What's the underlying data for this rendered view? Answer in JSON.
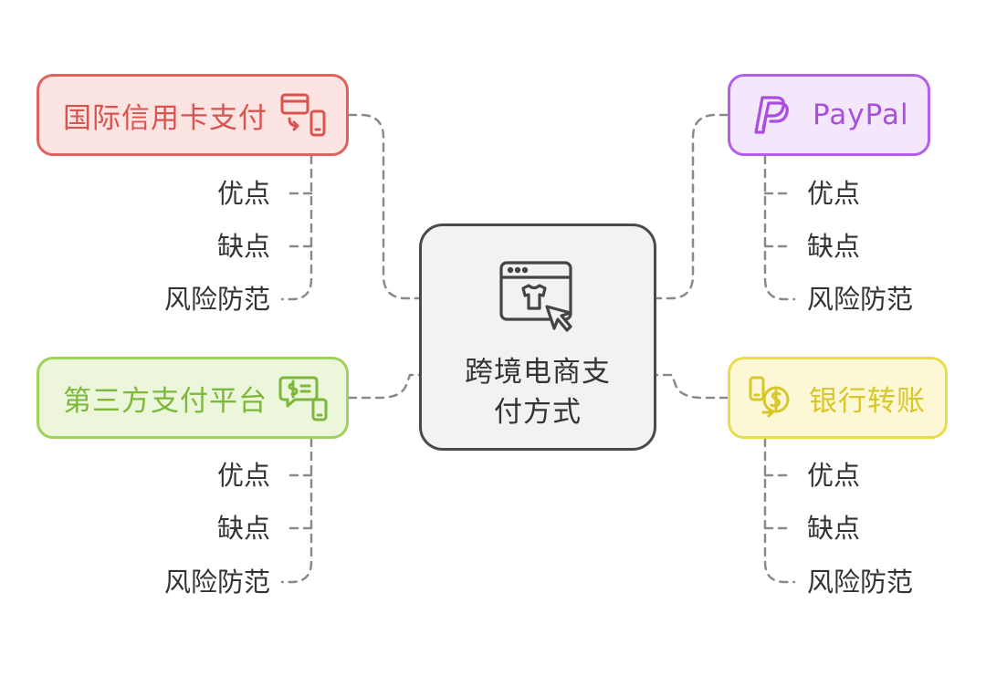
{
  "center": {
    "title": "跨境电商支付方式",
    "icon": "web-shop-cursor-icon"
  },
  "branches": {
    "credit_card": {
      "label": "国际信用卡支付",
      "icon": "card-payment-icon",
      "color": "#e0625e",
      "items": [
        "优点",
        "缺点",
        "风险防范"
      ]
    },
    "paypal": {
      "label": "PayPal",
      "icon": "paypal-icon",
      "color": "#b45ee8",
      "items": [
        "优点",
        "缺点",
        "风险防范"
      ]
    },
    "third_party": {
      "label": "第三方支付平台",
      "icon": "mobile-payment-icon",
      "color": "#9fd15c",
      "items": [
        "优点",
        "缺点",
        "风险防范"
      ]
    },
    "bank_transfer": {
      "label": "银行转账",
      "icon": "coin-transfer-icon",
      "color": "#e7dc4a",
      "items": [
        "优点",
        "缺点",
        "风险防范"
      ]
    }
  }
}
